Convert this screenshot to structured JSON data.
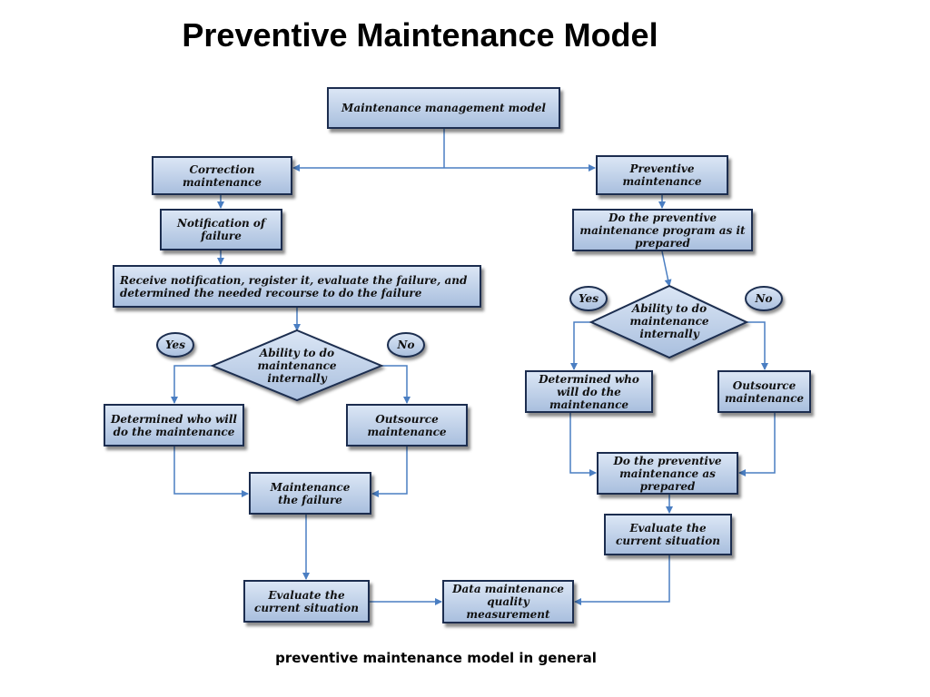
{
  "title": "Preventive Maintenance Model",
  "caption": "preventive maintenance model in general",
  "colors": {
    "box_fill_top": "#dbe6f5",
    "box_fill_bottom": "#a9bfde",
    "box_border": "#1c2d4f",
    "arrow": "#4a7ec2"
  },
  "nodes": {
    "root": "Maintenance management model",
    "correction": "Correction maintenance",
    "notification": "Notification of failure",
    "receive": "Receive notification, register it, evaluate the failure, and determined the needed recourse to do the failure",
    "left_diamond": "Ability to do maintenance internally",
    "left_yes": "Yes",
    "left_no": "No",
    "left_determined": "Determined who will do the maintenance",
    "left_outsource": "Outsource maintenance",
    "maintenance_failure": "Maintenance the failure",
    "left_evaluate": "Evaluate the current situation",
    "data_quality": "Data maintenance quality measurement",
    "preventive": "Preventive maintenance",
    "do_program": "Do the preventive maintenance program as it prepared",
    "right_diamond": "Ability to do maintenance internally",
    "right_yes": "Yes",
    "right_no": "No",
    "right_determined": "Determined who will do the maintenance",
    "right_outsource": "Outsource maintenance",
    "do_preventive": "Do the preventive maintenance as prepared",
    "right_evaluate": "Evaluate the current situation"
  }
}
